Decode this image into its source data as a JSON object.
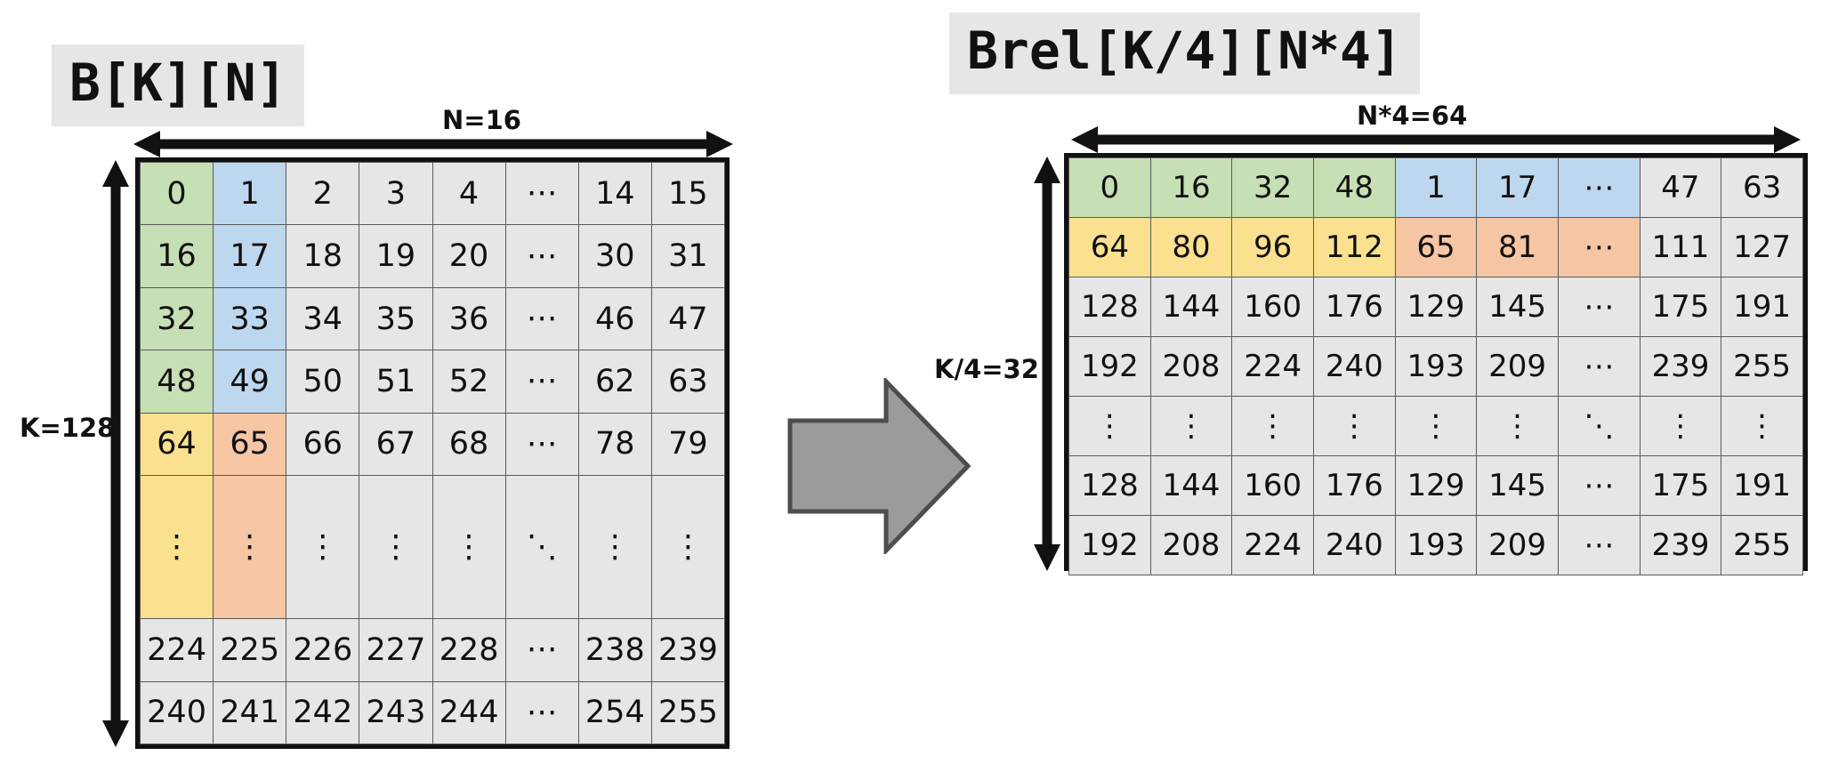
{
  "left": {
    "title": "B[K][N]",
    "width_label": "N=16",
    "height_label": "K=128",
    "columns": 8,
    "rows": [
      {
        "cells": [
          "0",
          "1",
          "2",
          "3",
          "4",
          "⋯",
          "14",
          "15"
        ],
        "colors": [
          "green",
          "blue",
          "",
          "",
          "",
          "",
          "",
          ""
        ]
      },
      {
        "cells": [
          "16",
          "17",
          "18",
          "19",
          "20",
          "⋯",
          "30",
          "31"
        ],
        "colors": [
          "green",
          "blue",
          "",
          "",
          "",
          "",
          "",
          ""
        ]
      },
      {
        "cells": [
          "32",
          "33",
          "34",
          "35",
          "36",
          "⋯",
          "46",
          "47"
        ],
        "colors": [
          "green",
          "blue",
          "",
          "",
          "",
          "",
          "",
          ""
        ]
      },
      {
        "cells": [
          "48",
          "49",
          "50",
          "51",
          "52",
          "⋯",
          "62",
          "63"
        ],
        "colors": [
          "green",
          "blue",
          "",
          "",
          "",
          "",
          "",
          ""
        ]
      },
      {
        "cells": [
          "64",
          "65",
          "66",
          "67",
          "68",
          "⋯",
          "78",
          "79"
        ],
        "colors": [
          "yellow",
          "orange",
          "",
          "",
          "",
          "",
          "",
          ""
        ]
      },
      {
        "cells": [
          "⋮",
          "⋮",
          "⋮",
          "⋮",
          "⋮",
          "⋱",
          "⋮",
          "⋮"
        ],
        "colors": [
          "yellow",
          "orange",
          "",
          "",
          "",
          "",
          "",
          ""
        ],
        "tall": true
      },
      {
        "cells": [
          "224",
          "225",
          "226",
          "227",
          "228",
          "⋯",
          "238",
          "239"
        ],
        "colors": [
          "",
          "",
          "",
          "",
          "",
          "",
          "",
          ""
        ]
      },
      {
        "cells": [
          "240",
          "241",
          "242",
          "243",
          "244",
          "⋯",
          "254",
          "255"
        ],
        "colors": [
          "",
          "",
          "",
          "",
          "",
          "",
          "",
          ""
        ]
      }
    ]
  },
  "right": {
    "title": "Brel[K/4][N*4]",
    "width_label": "N*4=64",
    "height_label": "K/4=32",
    "columns": 9,
    "rows": [
      {
        "cells": [
          "0",
          "16",
          "32",
          "48",
          "1",
          "17",
          "⋯",
          "47",
          "63"
        ],
        "colors": [
          "green",
          "green",
          "green",
          "green",
          "blue",
          "blue",
          "blue",
          "",
          ""
        ]
      },
      {
        "cells": [
          "64",
          "80",
          "96",
          "112",
          "65",
          "81",
          "⋯",
          "111",
          "127"
        ],
        "colors": [
          "yellow",
          "yellow",
          "yellow",
          "yellow",
          "orange",
          "orange",
          "orange",
          "",
          ""
        ]
      },
      {
        "cells": [
          "128",
          "144",
          "160",
          "176",
          "129",
          "145",
          "⋯",
          "175",
          "191"
        ],
        "colors": [
          "",
          "",
          "",
          "",
          "",
          "",
          "",
          "",
          ""
        ]
      },
      {
        "cells": [
          "192",
          "208",
          "224",
          "240",
          "193",
          "209",
          "⋯",
          "239",
          "255"
        ],
        "colors": [
          "",
          "",
          "",
          "",
          "",
          "",
          "",
          "",
          ""
        ]
      },
      {
        "cells": [
          "⋮",
          "⋮",
          "⋮",
          "⋮",
          "⋮",
          "⋮",
          "⋱",
          "⋮",
          "⋮"
        ],
        "colors": [
          "",
          "",
          "",
          "",
          "",
          "",
          "",
          "",
          ""
        ]
      },
      {
        "cells": [
          "128",
          "144",
          "160",
          "176",
          "129",
          "145",
          "⋯",
          "175",
          "191"
        ],
        "colors": [
          "",
          "",
          "",
          "",
          "",
          "",
          "",
          "",
          ""
        ]
      },
      {
        "cells": [
          "192",
          "208",
          "224",
          "240",
          "193",
          "209",
          "⋯",
          "239",
          "255"
        ],
        "colors": [
          "",
          "",
          "",
          "",
          "",
          "",
          "",
          "",
          ""
        ]
      }
    ]
  },
  "transform": {
    "icon": "right-block-arrow",
    "fill": "#9b9b9b",
    "stroke": "#4d4d4d"
  },
  "palette": {
    "green": "#c6dfb4",
    "blue": "#bdd7ee",
    "yellow": "#fbe18f",
    "orange": "#f6c6a4",
    "cell_bg": "#e6e6e6",
    "border": "#111111",
    "grid": "#5a5a5a",
    "chip_bg": "#e6e6e6"
  }
}
